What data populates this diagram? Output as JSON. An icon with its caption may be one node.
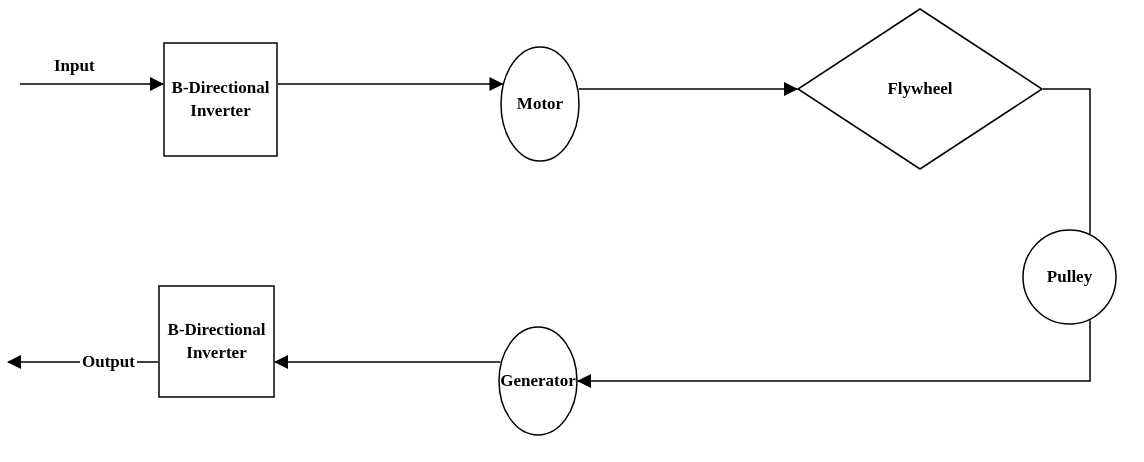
{
  "diagram": {
    "nodes": [
      {
        "text": [
          "B-Directional Inverter"
        ]
      },
      {
        "text": [
          "Motor"
        ]
      },
      {
        "text": [
          "Flywheel"
        ]
      },
      {
        "text": [
          "Pulley"
        ]
      },
      {
        "text": [
          "Generator"
        ]
      },
      {
        "text": [
          "B-Directional Inverter"
        ]
      }
    ],
    "edges": [
      {
        "from": null,
        "to": 0,
        "arrow": "to",
        "label": "Input"
      },
      {
        "from": 0,
        "to": 1,
        "arrow": "to"
      },
      {
        "from": 1,
        "to": 2,
        "arrow": "to"
      },
      {
        "from": 2,
        "to": 3,
        "arrow": "none"
      },
      {
        "from": 3,
        "to": 4,
        "arrow": "to"
      },
      {
        "from": 4,
        "to": 5,
        "arrow": "to"
      },
      {
        "from": 5,
        "to": null,
        "arrow": "to",
        "label": "Output"
      }
    ]
  }
}
